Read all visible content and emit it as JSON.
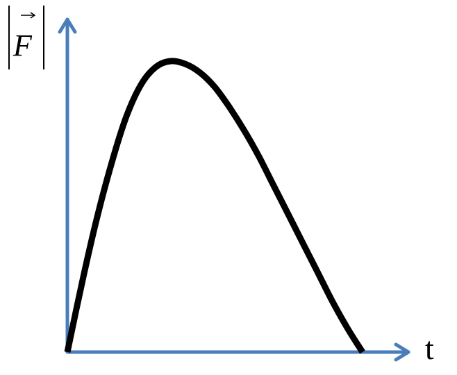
{
  "chart_data": {
    "type": "line",
    "title": "",
    "xlabel": "t",
    "ylabel_symbol": "F",
    "ylabel_has_vector_arrow": true,
    "ylabel_has_abs_bars": true,
    "axis_color": "#4a7ebb",
    "curve_color": "#000000",
    "grid": false,
    "legend": "none",
    "xlim": [
      0,
      1.15
    ],
    "ylim": [
      0,
      1.25
    ],
    "series": [
      {
        "x": [
          0,
          0.05,
          0.1,
          0.15,
          0.2,
          0.25,
          0.3,
          0.35,
          0.4,
          0.45,
          0.5,
          0.55,
          0.6,
          0.65,
          0.7,
          0.75,
          0.8,
          0.85,
          0.9,
          0.95,
          1.0
        ],
        "y": [
          0,
          0.24,
          0.46,
          0.65,
          0.81,
          0.92,
          0.98,
          1.0,
          0.99,
          0.96,
          0.91,
          0.84,
          0.76,
          0.67,
          0.57,
          0.47,
          0.37,
          0.27,
          0.17,
          0.08,
          0
        ]
      }
    ]
  }
}
